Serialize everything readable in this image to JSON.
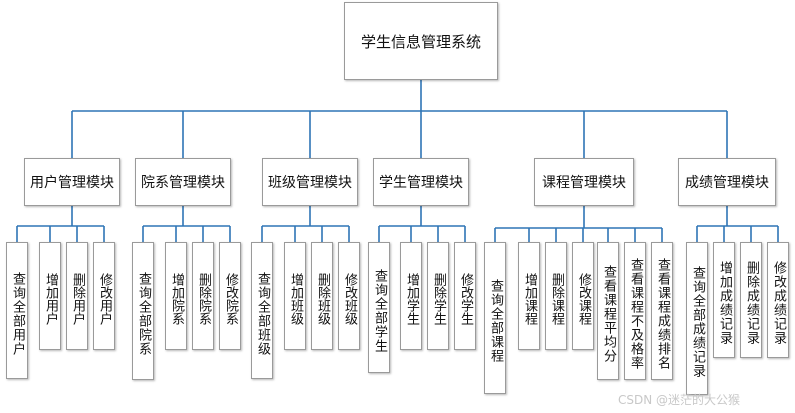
{
  "root": {
    "label": "学生信息管理系统"
  },
  "modules": [
    {
      "label": "用户管理模块",
      "children": [
        "查询全部用户",
        "增加用户",
        "删除用户",
        "修改用户"
      ]
    },
    {
      "label": "院系管理模块",
      "children": [
        "查询全部院系",
        "增加院系",
        "删除院系",
        "修改院系"
      ]
    },
    {
      "label": "班级管理模块",
      "children": [
        "查询全部班级",
        "增加班级",
        "删除班级",
        "修改班级"
      ]
    },
    {
      "label": "学生管理模块",
      "children": [
        "查询全部学生",
        "增加学生",
        "删除学生",
        "修改学生"
      ]
    },
    {
      "label": "课程管理模块",
      "children": [
        "查询全部课程",
        "增加课程",
        "删除课程",
        "修改课程",
        "查看课程平均分",
        "查看课程不及格率",
        "查看课程成绩排名"
      ]
    },
    {
      "label": "成绩管理模块",
      "children": [
        "查询全部成绩记录",
        "增加成绩记录",
        "删除成绩记录",
        "修改成绩记录"
      ]
    }
  ],
  "watermark": "CSDN @迷茫的大公猴",
  "colors": {
    "connector": "#2e75b6",
    "box_border": "#9a9a9a"
  }
}
